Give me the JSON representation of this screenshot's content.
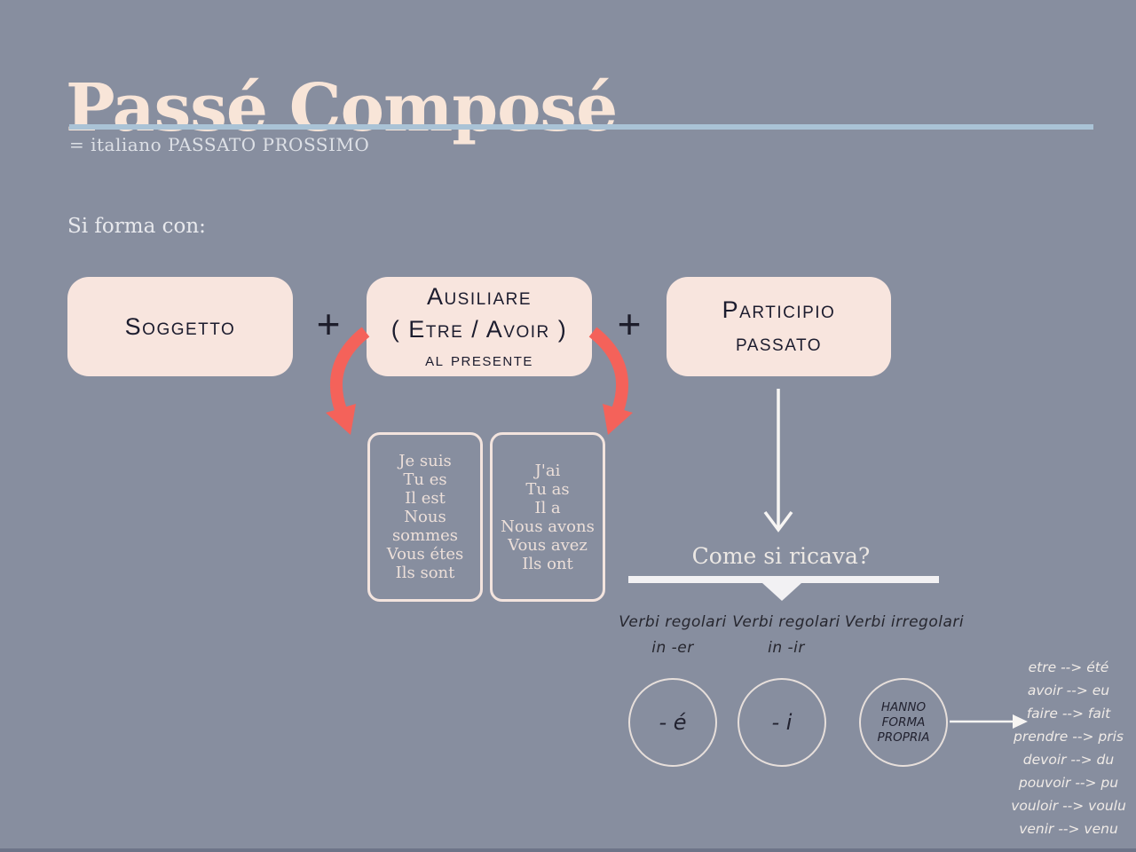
{
  "colors": {
    "background": "#878e9f",
    "card_fill": "#f8e5de",
    "accent_red": "#f4625a",
    "title_cream": "#f8e5d8",
    "divider_blue": "#aac3d6",
    "ink_dark": "#1c1c2e",
    "light_text": "#ece8e4"
  },
  "header": {
    "title": "Passé Composé",
    "subtitle": "= italiano PASSATO PROSSIMO"
  },
  "intro": "Si forma con:",
  "formula": {
    "plus": "+",
    "subject": {
      "line1": "Soggetto"
    },
    "auxiliary": {
      "line1": "Ausiliare",
      "line2": "( Etre / Avoir )",
      "line3": "al presente"
    },
    "participle": {
      "line1": "Participio",
      "line2": "passato"
    }
  },
  "conjugations": {
    "etre": [
      "Je suis",
      "Tu es",
      "Il est",
      "Nous sommes",
      "Vous étes",
      "Ils sont"
    ],
    "avoir": [
      "J'ai",
      "Tu as",
      "Il a",
      "Nous avons",
      "Vous avez",
      "Ils ont"
    ]
  },
  "derivation": {
    "question": "Come si ricava?",
    "col_er": {
      "label1": "Verbi regolari",
      "label2": "in -er",
      "circle": "- é"
    },
    "col_ir": {
      "label1": "Verbi regolari",
      "label2": "in -ir",
      "circle": "- i"
    },
    "col_irr": {
      "label": "Verbi irregolari",
      "circle1": "HANNO FORMA",
      "circle2": "PROPRIA"
    },
    "irregulars": [
      "etre --> été",
      "avoir --> eu",
      "faire --> fait",
      "prendre --> pris",
      "devoir --> du",
      "pouvoir --> pu",
      "vouloir --> voulu",
      "venir --> venu"
    ]
  }
}
